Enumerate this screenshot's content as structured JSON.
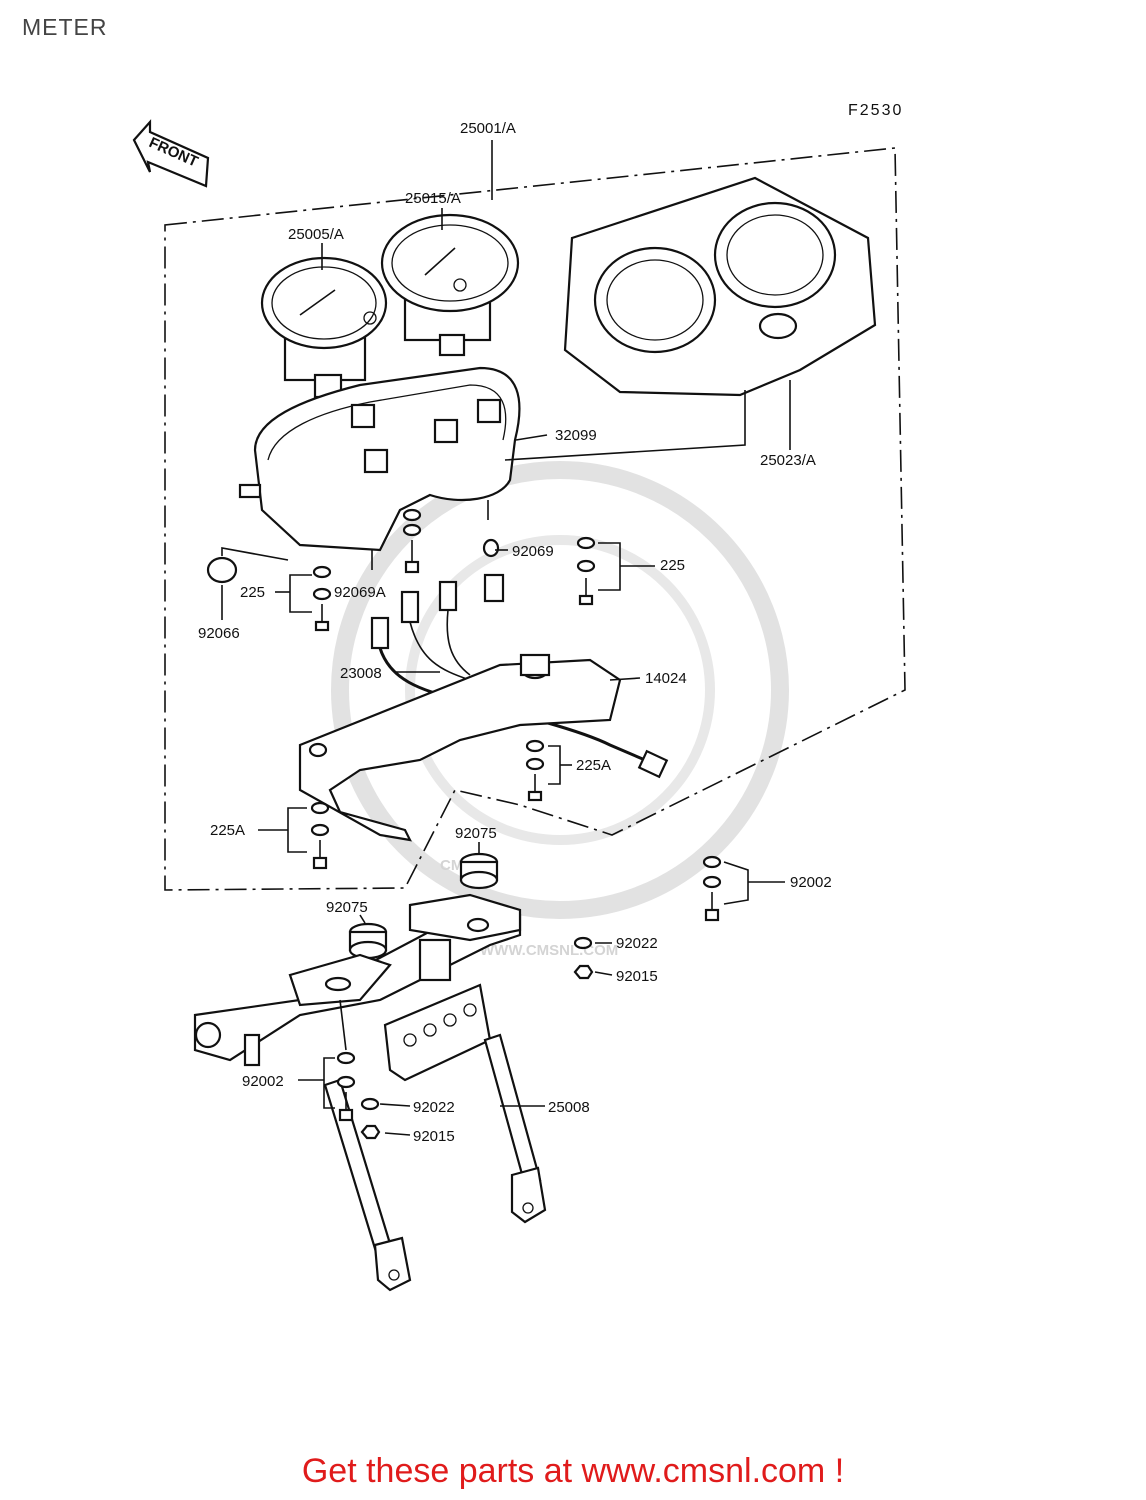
{
  "page": {
    "title": "METER",
    "promo_text": "Get these parts at www.cmsnl.com !"
  },
  "diagram": {
    "figure_code": "F2530",
    "front_arrow_label": "FRONT",
    "watermark": {
      "logo_text": "CMS",
      "url_text": "WWW.CMSNL.COM"
    },
    "labels": {
      "l25001": "25001/A",
      "l25015": "25015/A",
      "l25005": "25005/A",
      "l32099": "32099",
      "l25023": "25023/A",
      "l92069": "92069",
      "l225_right": "225",
      "l225_left": "225",
      "l92069A": "92069A",
      "l92066": "92066",
      "l23008": "23008",
      "l14024": "14024",
      "l225A_right": "225A",
      "l225A_left": "225A",
      "l92075_top": "92075",
      "l92002_right": "92002",
      "l92075_left": "92075",
      "l92022_top": "92022",
      "l92015_top": "92015",
      "l92002_left": "92002",
      "l92022_bottom": "92022",
      "l25008": "25008",
      "l92015_bottom": "92015"
    }
  }
}
